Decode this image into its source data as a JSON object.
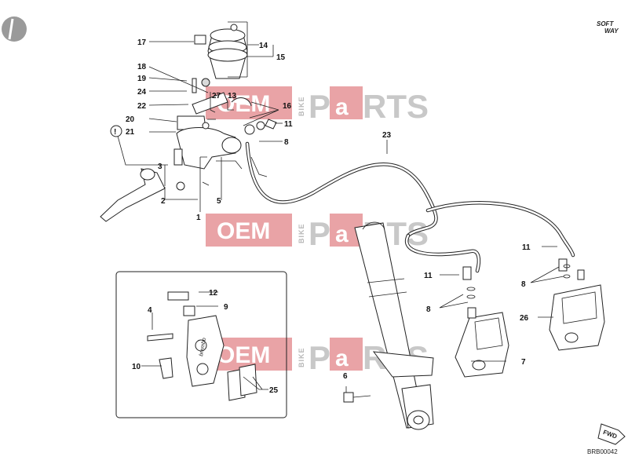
{
  "brand": {
    "watermark_left": "OEM",
    "watermark_mid": "BIKE",
    "watermark_right_p": "P",
    "watermark_right_a": "a",
    "watermark_right_rts": "RTS",
    "logo_top": "SOFT",
    "logo_bottom": "WAY"
  },
  "diagram": {
    "code": "BRB00042",
    "fwd_label": "FWD",
    "callouts": {
      "c1": "1",
      "c2": "2",
      "c3": "3",
      "c4": "4",
      "c5": "5",
      "c6": "6",
      "c7": "7",
      "c8a": "8",
      "c8b": "8",
      "c8c": "8",
      "c9": "9",
      "c10": "10",
      "c11a": "11",
      "c11b": "11",
      "c11c": "11",
      "c12": "12",
      "c13": "13",
      "c14": "14",
      "c15": "15",
      "c16": "16",
      "c17": "17",
      "c18": "18",
      "c19": "19",
      "c20": "20",
      "c21": "21",
      "c22": "22",
      "c23": "23",
      "c24": "24",
      "c25": "25",
      "c26": "26",
      "c27": "27"
    },
    "circled_marker": "!",
    "caliper_text": "brembo"
  },
  "colors": {
    "watermark": "#e9a3a6",
    "line": "#222222"
  }
}
